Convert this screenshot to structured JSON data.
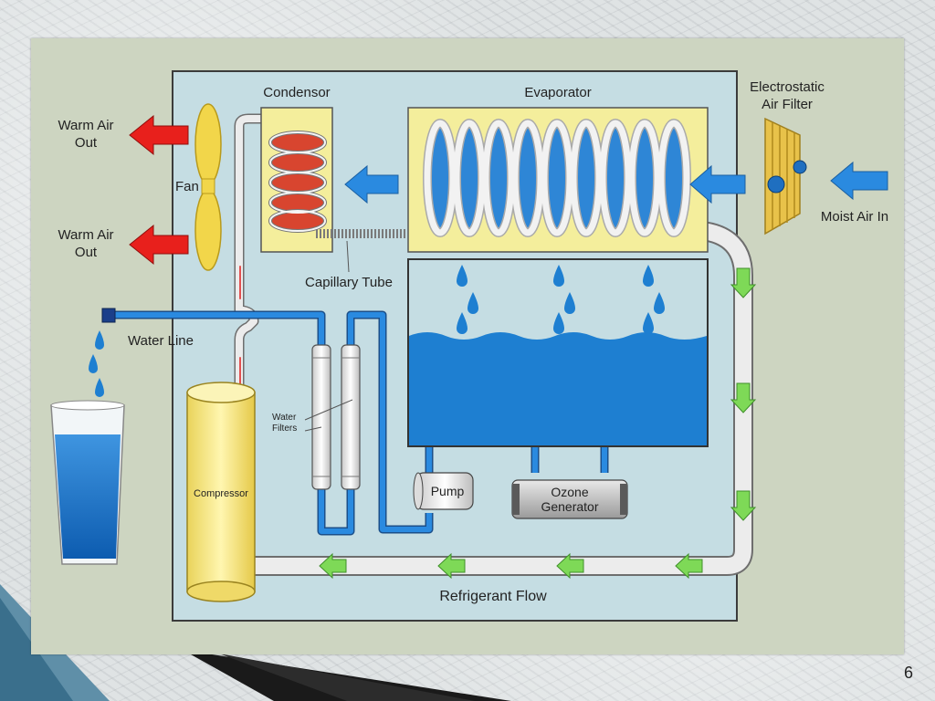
{
  "page_number": "6",
  "labels": {
    "condensor": "Condensor",
    "evaporator": "Evaporator",
    "electrostatic_line1": "Electrostatic",
    "electrostatic_line2": "Air Filter",
    "warm_air_top_line1": "Warm Air",
    "warm_air_top_line2": "Out",
    "warm_air_bottom_line1": "Warm Air",
    "warm_air_bottom_line2": "Out",
    "fan": "Fan",
    "moist_air_in": "Moist Air In",
    "capillary_tube": "Capillary Tube",
    "water_line": "Water Line",
    "water_filters_line1": "Water",
    "water_filters_line2": "Filters",
    "compressor": "Compressor",
    "pump": "Pump",
    "ozone_line1": "Ozone",
    "ozone_line2": "Generator",
    "refrigerant_flow": "Refrigerant Flow"
  },
  "colors": {
    "panel": "#c5dde3",
    "water": "#1e7fd1",
    "arrow_red": "#e8201c",
    "arrow_blue": "#2a8ae0",
    "arrow_green": "#7ed957",
    "coil_box": "#f4ee9c",
    "compressor": "#f7ec8a"
  }
}
